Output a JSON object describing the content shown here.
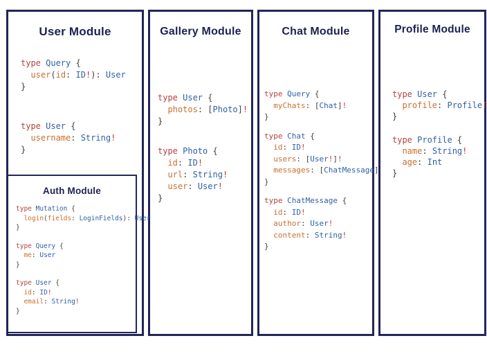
{
  "colors": {
    "panel-border": "#222558",
    "panel-bg": "#ffffff",
    "page-bg": "#ffffff",
    "title": "#1d2150",
    "keyword": "#b5423e",
    "type-name": "#2e5fa7",
    "field": "#c8702e",
    "bang": "#c0392b",
    "punct": "#404040"
  },
  "modules": [
    {
      "id": "user",
      "title": "User Module",
      "blocks": [
        [
          [
            [
              "k",
              "type "
            ],
            [
              "t",
              "Query "
            ],
            [
              "p",
              "{"
            ]
          ],
          [
            [
              "p",
              "  "
            ],
            [
              "f",
              "user"
            ],
            [
              "p",
              "("
            ],
            [
              "f",
              "id"
            ],
            [
              "p",
              ": "
            ],
            [
              "t",
              "ID"
            ],
            [
              "b",
              "!"
            ],
            [
              "p",
              "): "
            ],
            [
              "t",
              "User"
            ]
          ],
          [
            [
              "p",
              "}"
            ]
          ]
        ],
        [
          [
            [
              "k",
              "type "
            ],
            [
              "t",
              "User "
            ],
            [
              "p",
              "{"
            ]
          ],
          [
            [
              "p",
              "  "
            ],
            [
              "f",
              "username"
            ],
            [
              "p",
              ": "
            ],
            [
              "t",
              "String"
            ],
            [
              "b",
              "!"
            ]
          ],
          [
            [
              "p",
              "}"
            ]
          ]
        ]
      ]
    },
    {
      "id": "gallery",
      "title": "Gallery Module",
      "blocks": [
        [
          [
            [
              "k",
              "type "
            ],
            [
              "t",
              "User "
            ],
            [
              "p",
              "{"
            ]
          ],
          [
            [
              "p",
              "  "
            ],
            [
              "f",
              "photos"
            ],
            [
              "p",
              ": ["
            ],
            [
              "t",
              "Photo"
            ],
            [
              "p",
              "]"
            ],
            [
              "b",
              "!"
            ]
          ],
          [
            [
              "p",
              "}"
            ]
          ]
        ],
        [
          [
            [
              "k",
              "type "
            ],
            [
              "t",
              "Photo "
            ],
            [
              "p",
              "{"
            ]
          ],
          [
            [
              "p",
              "  "
            ],
            [
              "f",
              "id"
            ],
            [
              "p",
              ": "
            ],
            [
              "t",
              "ID"
            ],
            [
              "b",
              "!"
            ]
          ],
          [
            [
              "p",
              "  "
            ],
            [
              "f",
              "url"
            ],
            [
              "p",
              ": "
            ],
            [
              "t",
              "String"
            ],
            [
              "b",
              "!"
            ]
          ],
          [
            [
              "p",
              "  "
            ],
            [
              "f",
              "user"
            ],
            [
              "p",
              ": "
            ],
            [
              "t",
              "User"
            ],
            [
              "b",
              "!"
            ]
          ],
          [
            [
              "p",
              "}"
            ]
          ]
        ]
      ]
    },
    {
      "id": "chat",
      "title": "Chat Module",
      "blocks": [
        [
          [
            [
              "k",
              "type "
            ],
            [
              "t",
              "Query "
            ],
            [
              "p",
              "{"
            ]
          ],
          [
            [
              "p",
              "  "
            ],
            [
              "f",
              "myChats"
            ],
            [
              "p",
              ": ["
            ],
            [
              "t",
              "Chat"
            ],
            [
              "p",
              "]"
            ],
            [
              "b",
              "!"
            ]
          ],
          [
            [
              "p",
              "}"
            ]
          ]
        ],
        [
          [
            [
              "k",
              "type "
            ],
            [
              "t",
              "Chat "
            ],
            [
              "p",
              "{"
            ]
          ],
          [
            [
              "p",
              "  "
            ],
            [
              "f",
              "id"
            ],
            [
              "p",
              ": "
            ],
            [
              "t",
              "ID"
            ],
            [
              "b",
              "!"
            ]
          ],
          [
            [
              "p",
              "  "
            ],
            [
              "f",
              "users"
            ],
            [
              "p",
              ": ["
            ],
            [
              "t",
              "User"
            ],
            [
              "b",
              "!"
            ],
            [
              "p",
              "]"
            ],
            [
              "b",
              "!"
            ]
          ],
          [
            [
              "p",
              "  "
            ],
            [
              "f",
              "messages"
            ],
            [
              "p",
              ": ["
            ],
            [
              "t",
              "ChatMessage"
            ],
            [
              "p",
              "]"
            ],
            [
              "b",
              "!"
            ]
          ],
          [
            [
              "p",
              "}"
            ]
          ]
        ],
        [
          [
            [
              "k",
              "type "
            ],
            [
              "t",
              "ChatMessage "
            ],
            [
              "p",
              "{"
            ]
          ],
          [
            [
              "p",
              "  "
            ],
            [
              "f",
              "id"
            ],
            [
              "p",
              ": "
            ],
            [
              "t",
              "ID"
            ],
            [
              "b",
              "!"
            ]
          ],
          [
            [
              "p",
              "  "
            ],
            [
              "f",
              "author"
            ],
            [
              "p",
              ": "
            ],
            [
              "t",
              "User"
            ],
            [
              "b",
              "!"
            ]
          ],
          [
            [
              "p",
              "  "
            ],
            [
              "f",
              "content"
            ],
            [
              "p",
              ": "
            ],
            [
              "t",
              "String"
            ],
            [
              "b",
              "!"
            ]
          ],
          [
            [
              "p",
              "}"
            ]
          ]
        ]
      ]
    },
    {
      "id": "profile",
      "title": "Profile Module",
      "blocks": [
        [
          [
            [
              "k",
              "type "
            ],
            [
              "t",
              "User "
            ],
            [
              "p",
              "{"
            ]
          ],
          [
            [
              "p",
              "  "
            ],
            [
              "f",
              "profile"
            ],
            [
              "p",
              ": "
            ],
            [
              "t",
              "Profile"
            ],
            [
              "b",
              "!"
            ]
          ],
          [
            [
              "p",
              "}"
            ]
          ]
        ],
        [
          [
            [
              "k",
              "type "
            ],
            [
              "t",
              "Profile "
            ],
            [
              "p",
              "{"
            ]
          ],
          [
            [
              "p",
              "  "
            ],
            [
              "f",
              "name"
            ],
            [
              "p",
              ": "
            ],
            [
              "t",
              "String"
            ],
            [
              "b",
              "!"
            ]
          ],
          [
            [
              "p",
              "  "
            ],
            [
              "f",
              "age"
            ],
            [
              "p",
              ": "
            ],
            [
              "t",
              "Int"
            ]
          ],
          [
            [
              "p",
              "}"
            ]
          ]
        ]
      ]
    },
    {
      "id": "auth",
      "title": "Auth Module",
      "blocks": [
        [
          [
            [
              "k",
              "type "
            ],
            [
              "t",
              "Mutation "
            ],
            [
              "p",
              "{"
            ]
          ],
          [
            [
              "p",
              "  "
            ],
            [
              "f",
              "login"
            ],
            [
              "p",
              "("
            ],
            [
              "f",
              "fields"
            ],
            [
              "p",
              ": "
            ],
            [
              "t",
              "LoginFields"
            ],
            [
              "p",
              "): "
            ],
            [
              "t",
              "User"
            ]
          ],
          [
            [
              "p",
              "}"
            ]
          ]
        ],
        [
          [
            [
              "k",
              "type "
            ],
            [
              "t",
              "Query "
            ],
            [
              "p",
              "{"
            ]
          ],
          [
            [
              "p",
              "  "
            ],
            [
              "f",
              "me"
            ],
            [
              "p",
              ": "
            ],
            [
              "t",
              "User"
            ]
          ],
          [
            [
              "p",
              "}"
            ]
          ]
        ],
        [
          [
            [
              "k",
              "type "
            ],
            [
              "t",
              "User "
            ],
            [
              "p",
              "{"
            ]
          ],
          [
            [
              "p",
              "  "
            ],
            [
              "f",
              "id"
            ],
            [
              "p",
              ": "
            ],
            [
              "t",
              "ID"
            ],
            [
              "b",
              "!"
            ]
          ],
          [
            [
              "p",
              "  "
            ],
            [
              "f",
              "email"
            ],
            [
              "p",
              ": "
            ],
            [
              "t",
              "String"
            ],
            [
              "b",
              "!"
            ]
          ],
          [
            [
              "p",
              "}"
            ]
          ]
        ]
      ]
    }
  ]
}
